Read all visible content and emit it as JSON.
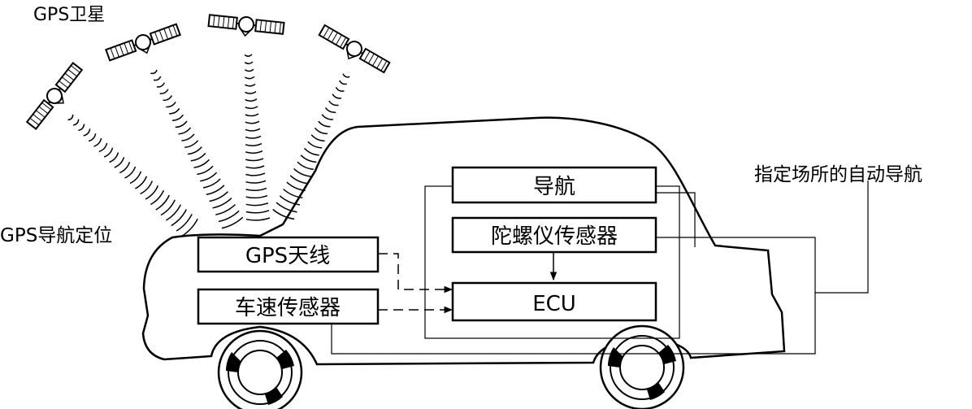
{
  "labels": {
    "satellites": "GPS卫星",
    "gps_positioning": "GPS导航定位",
    "auto_nav": "指定场所的自动导航"
  },
  "boxes": {
    "navigation": "导航",
    "gyro_sensor": "陀螺仪传感器",
    "ecu": "ECU",
    "gps_antenna": "GPS天线",
    "speed_sensor": "车速传感器"
  },
  "colors": {
    "line": "#000000",
    "background": "#ffffff"
  }
}
